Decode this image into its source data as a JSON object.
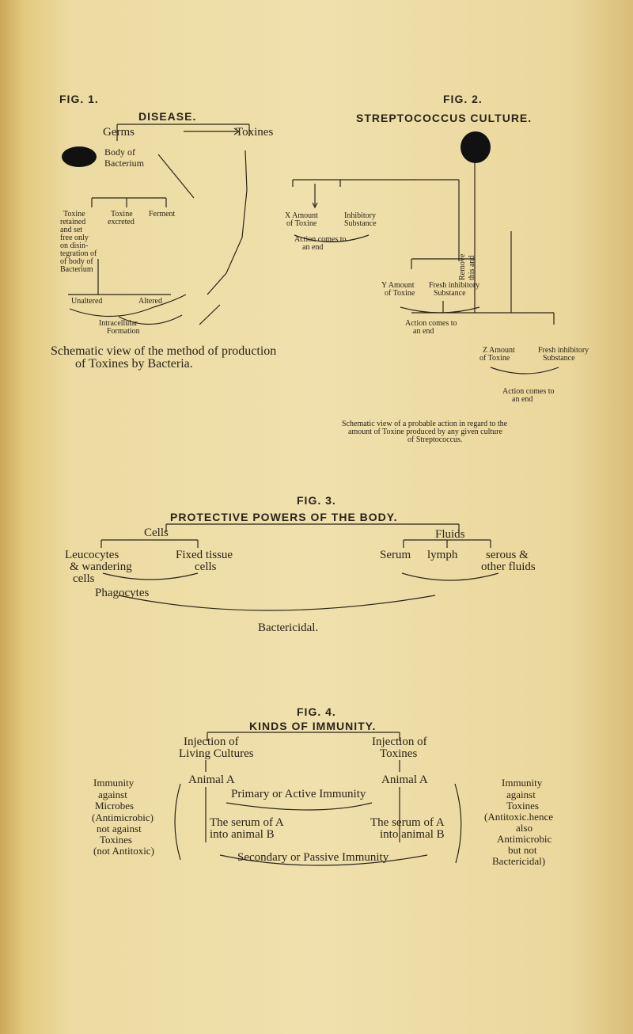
{
  "fig1": {
    "label": "FIG. 1.",
    "title": "DISEASE.",
    "germs": "Germs",
    "toxines": "Toxines",
    "body_of_bacterium": [
      "Body of",
      "Bacterium"
    ],
    "toxine_retained": [
      "Toxine",
      "retained",
      "and set",
      "free only",
      "on disin-",
      "tegration of",
      "of body of",
      "Bacterium"
    ],
    "toxine_excreted": [
      "Toxine",
      "excreted"
    ],
    "ferment": "Ferment",
    "unaltered": "Unaltered",
    "altered": "Altered",
    "intracellular": [
      "Intracellular",
      "Formation"
    ],
    "caption": [
      "Schematic view of the method of production",
      "of Toxines by Bacteria."
    ]
  },
  "fig2": {
    "label": "FIG. 2.",
    "title": "STREPTOCOCCUS CULTURE.",
    "x_amount": [
      "X Amount",
      "of Toxine"
    ],
    "inhibitory_1": [
      "Inhibitory",
      "Substance"
    ],
    "action_1": [
      "Action comes to",
      "an end"
    ],
    "remove_side": [
      "Remove",
      "this and"
    ],
    "y_amount": [
      "Y Amount",
      "of Toxine"
    ],
    "fresh_inhibitory_1": [
      "Fresh inhibitory",
      "Substance"
    ],
    "action_2": [
      "Action comes to",
      "an end"
    ],
    "z_amount": [
      "Z Amount",
      "of Toxine"
    ],
    "fresh_inhibitory_2": [
      "Fresh inhibitory",
      "Substance"
    ],
    "action_3": [
      "Action comes to",
      "an end"
    ],
    "caption": [
      "Schematic view of a probable action in regard to the",
      "amount of Toxine produced by any given culture",
      "of Streptococcus."
    ]
  },
  "fig3": {
    "label": "FIG. 3.",
    "title": "PROTECTIVE POWERS OF THE BODY.",
    "cells": "Cells",
    "fluids": "Fluids",
    "leucocytes": [
      "Leucocytes",
      "& wandering",
      "cells"
    ],
    "fixed_tissue": [
      "Fixed tissue",
      "cells"
    ],
    "serum": "Serum",
    "lymph": "lymph",
    "serous": [
      "serous &",
      "other fluids"
    ],
    "phagocytes": "Phagocytes",
    "bactericidal": "Bactericidal."
  },
  "fig4": {
    "label": "FIG. 4.",
    "title": "KINDS OF IMMUNITY.",
    "injection_living": [
      "Injection of",
      "Living Cultures"
    ],
    "injection_toxines": [
      "Injection of",
      "Toxines"
    ],
    "animal_a_left": "Animal A",
    "animal_a_right": "Animal A",
    "primary": "Primary or Active Immunity",
    "serum_a_b_left": [
      "The serum of A",
      "into animal B"
    ],
    "serum_a_b_right": [
      "The serum of A",
      "into animal B"
    ],
    "secondary": "Secondary or Passive Immunity",
    "left_note": [
      "Immunity",
      "against",
      "Microbes",
      "(Antimicrobic)",
      "not against",
      "Toxines",
      "(not Antitoxic)"
    ],
    "right_note": [
      "Immunity",
      "against",
      "Toxines",
      "(Antitoxic.hence",
      "also",
      "Antimicrobic",
      "but not",
      "Bactericidal)"
    ]
  }
}
